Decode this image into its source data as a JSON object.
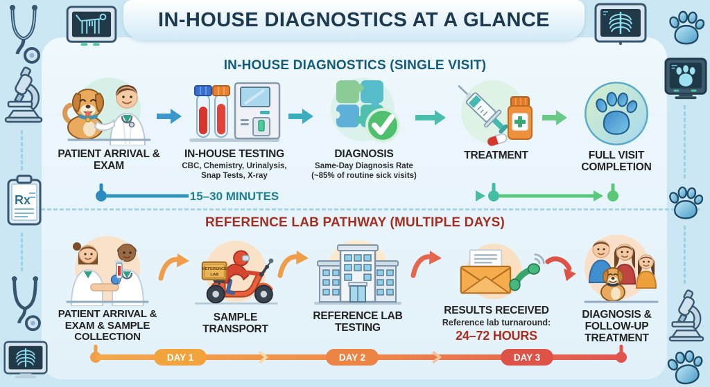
{
  "title": "IN-HOUSE DIAGNOSTICS AT A GLANCE",
  "section_single_visit": {
    "header": "IN-HOUSE DIAGNOSTICS (SINGLE VISIT)",
    "steps": [
      {
        "label": "PATIENT ARRIVAL & EXAM",
        "icon": "dog-and-vet-illustration"
      },
      {
        "label": "IN-HOUSE TESTING",
        "sublabel": "CBC, Chemistry, Urinalysis, Snap Tests, X-ray",
        "icon": "blood-tubes-analyzer-illustration"
      },
      {
        "label": "DIAGNOSIS",
        "sublabel": "Same-Day Diagnosis Rate (~85% of routine sick visits)",
        "icon": "puzzle-checkmark-illustration"
      },
      {
        "label": "TREATMENT",
        "icon": "syringe-medicine-illustration"
      },
      {
        "label": "FULL VISIT COMPLETION",
        "icon": "paw-badge-illustration"
      }
    ],
    "timeline_label": "15–30 MINUTES"
  },
  "section_reference_lab": {
    "header": "REFERENCE LAB PATHWAY (MULTIPLE DAYS)",
    "steps": [
      {
        "label": "PATIENT ARRIVAL & EXAM & SAMPLE COLLECTION",
        "icon": "blood-draw-illustration"
      },
      {
        "label": "SAMPLE TRANSPORT",
        "icon": "courier-scooter-illustration",
        "box_lines": [
          "REFERENCE",
          "LAB"
        ]
      },
      {
        "label": "REFERENCE LAB TESTING",
        "icon": "lab-building-illustration"
      },
      {
        "label": "RESULTS RECEIVED",
        "sublabel": "Reference lab turnaround:",
        "highlight": "24–72 HOURS",
        "icon": "envelope-phone-illustration"
      },
      {
        "label": "DIAGNOSIS & FOLLOW-UP TREATMENT",
        "icon": "family-dog-illustration"
      }
    ],
    "timeline_days": [
      "DAY 1",
      "DAY 2",
      "DAY 3"
    ]
  },
  "decor": {
    "rx_label": "Rx",
    "icons": [
      "stethoscope-icon",
      "microscope-icon",
      "rx-clipboard-icon",
      "chest-xray-monitor-icon",
      "dog-xray-monitor-icon",
      "paw-monitor-icon",
      "paw-print-icon"
    ]
  },
  "colors": {
    "background": "#cbe7f3",
    "panel": "#e9f5fb",
    "title_navy": "#1b3950",
    "single_visit_header": "#135a7d",
    "reference_header": "#a32e1f",
    "minutes_teal": "#1b7f93",
    "hours_red": "#ab2f20",
    "timeline_blue": "#2b8cc2",
    "timeline_green": "#5bc878",
    "day1_orange": "#f2a33c",
    "day2_orange": "#ec8444",
    "day3_red": "#dd5347"
  }
}
